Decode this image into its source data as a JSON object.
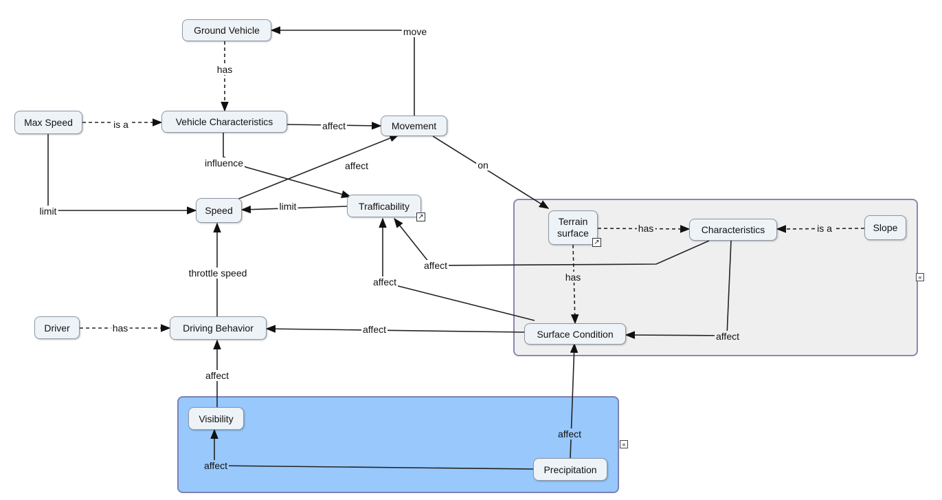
{
  "nodes": {
    "ground_vehicle": "Ground Vehicle",
    "max_speed": "Max Speed",
    "vehicle_characteristics": "Vehicle Characteristics",
    "movement": "Movement",
    "speed": "Speed",
    "trafficability": "Trafficability",
    "terrain_surface": "Terrain surface",
    "characteristics": "Characteristics",
    "slope": "Slope",
    "driver": "Driver",
    "driving_behavior": "Driving Behavior",
    "surface_condition": "Surface Condition",
    "visibility": "Visibility",
    "precipitation": "Precipitation"
  },
  "edge_labels": {
    "move": "move",
    "has_gv": "has",
    "is_a_maxspeed": "is a",
    "affect_vc_movement": "affect",
    "influence": "influence",
    "affect_speed_movement": "affect",
    "on": "on",
    "limit_maxspeed": "limit",
    "limit_traff": "limit",
    "has_terrain": "has",
    "is_a_slope": "is a",
    "affect_char_traff": "affect",
    "has_terrain_surface": "has",
    "throttle_speed": "throttle speed",
    "affect_surface_traff": "affect",
    "has_driver": "has",
    "affect_surface_driving": "affect",
    "affect_char_surface": "affect",
    "affect_vis_driving": "affect",
    "affect_precip_surface": "affect",
    "affect_precip_vis": "affect"
  },
  "icons": {
    "link_icon": "↗",
    "collapse_icon": "«"
  },
  "colors": {
    "gray_group_fill": "#efefef",
    "blue_group_fill": "#98c8fc",
    "node_fill": "#eef3f8",
    "group_border": "#8a86b4"
  }
}
